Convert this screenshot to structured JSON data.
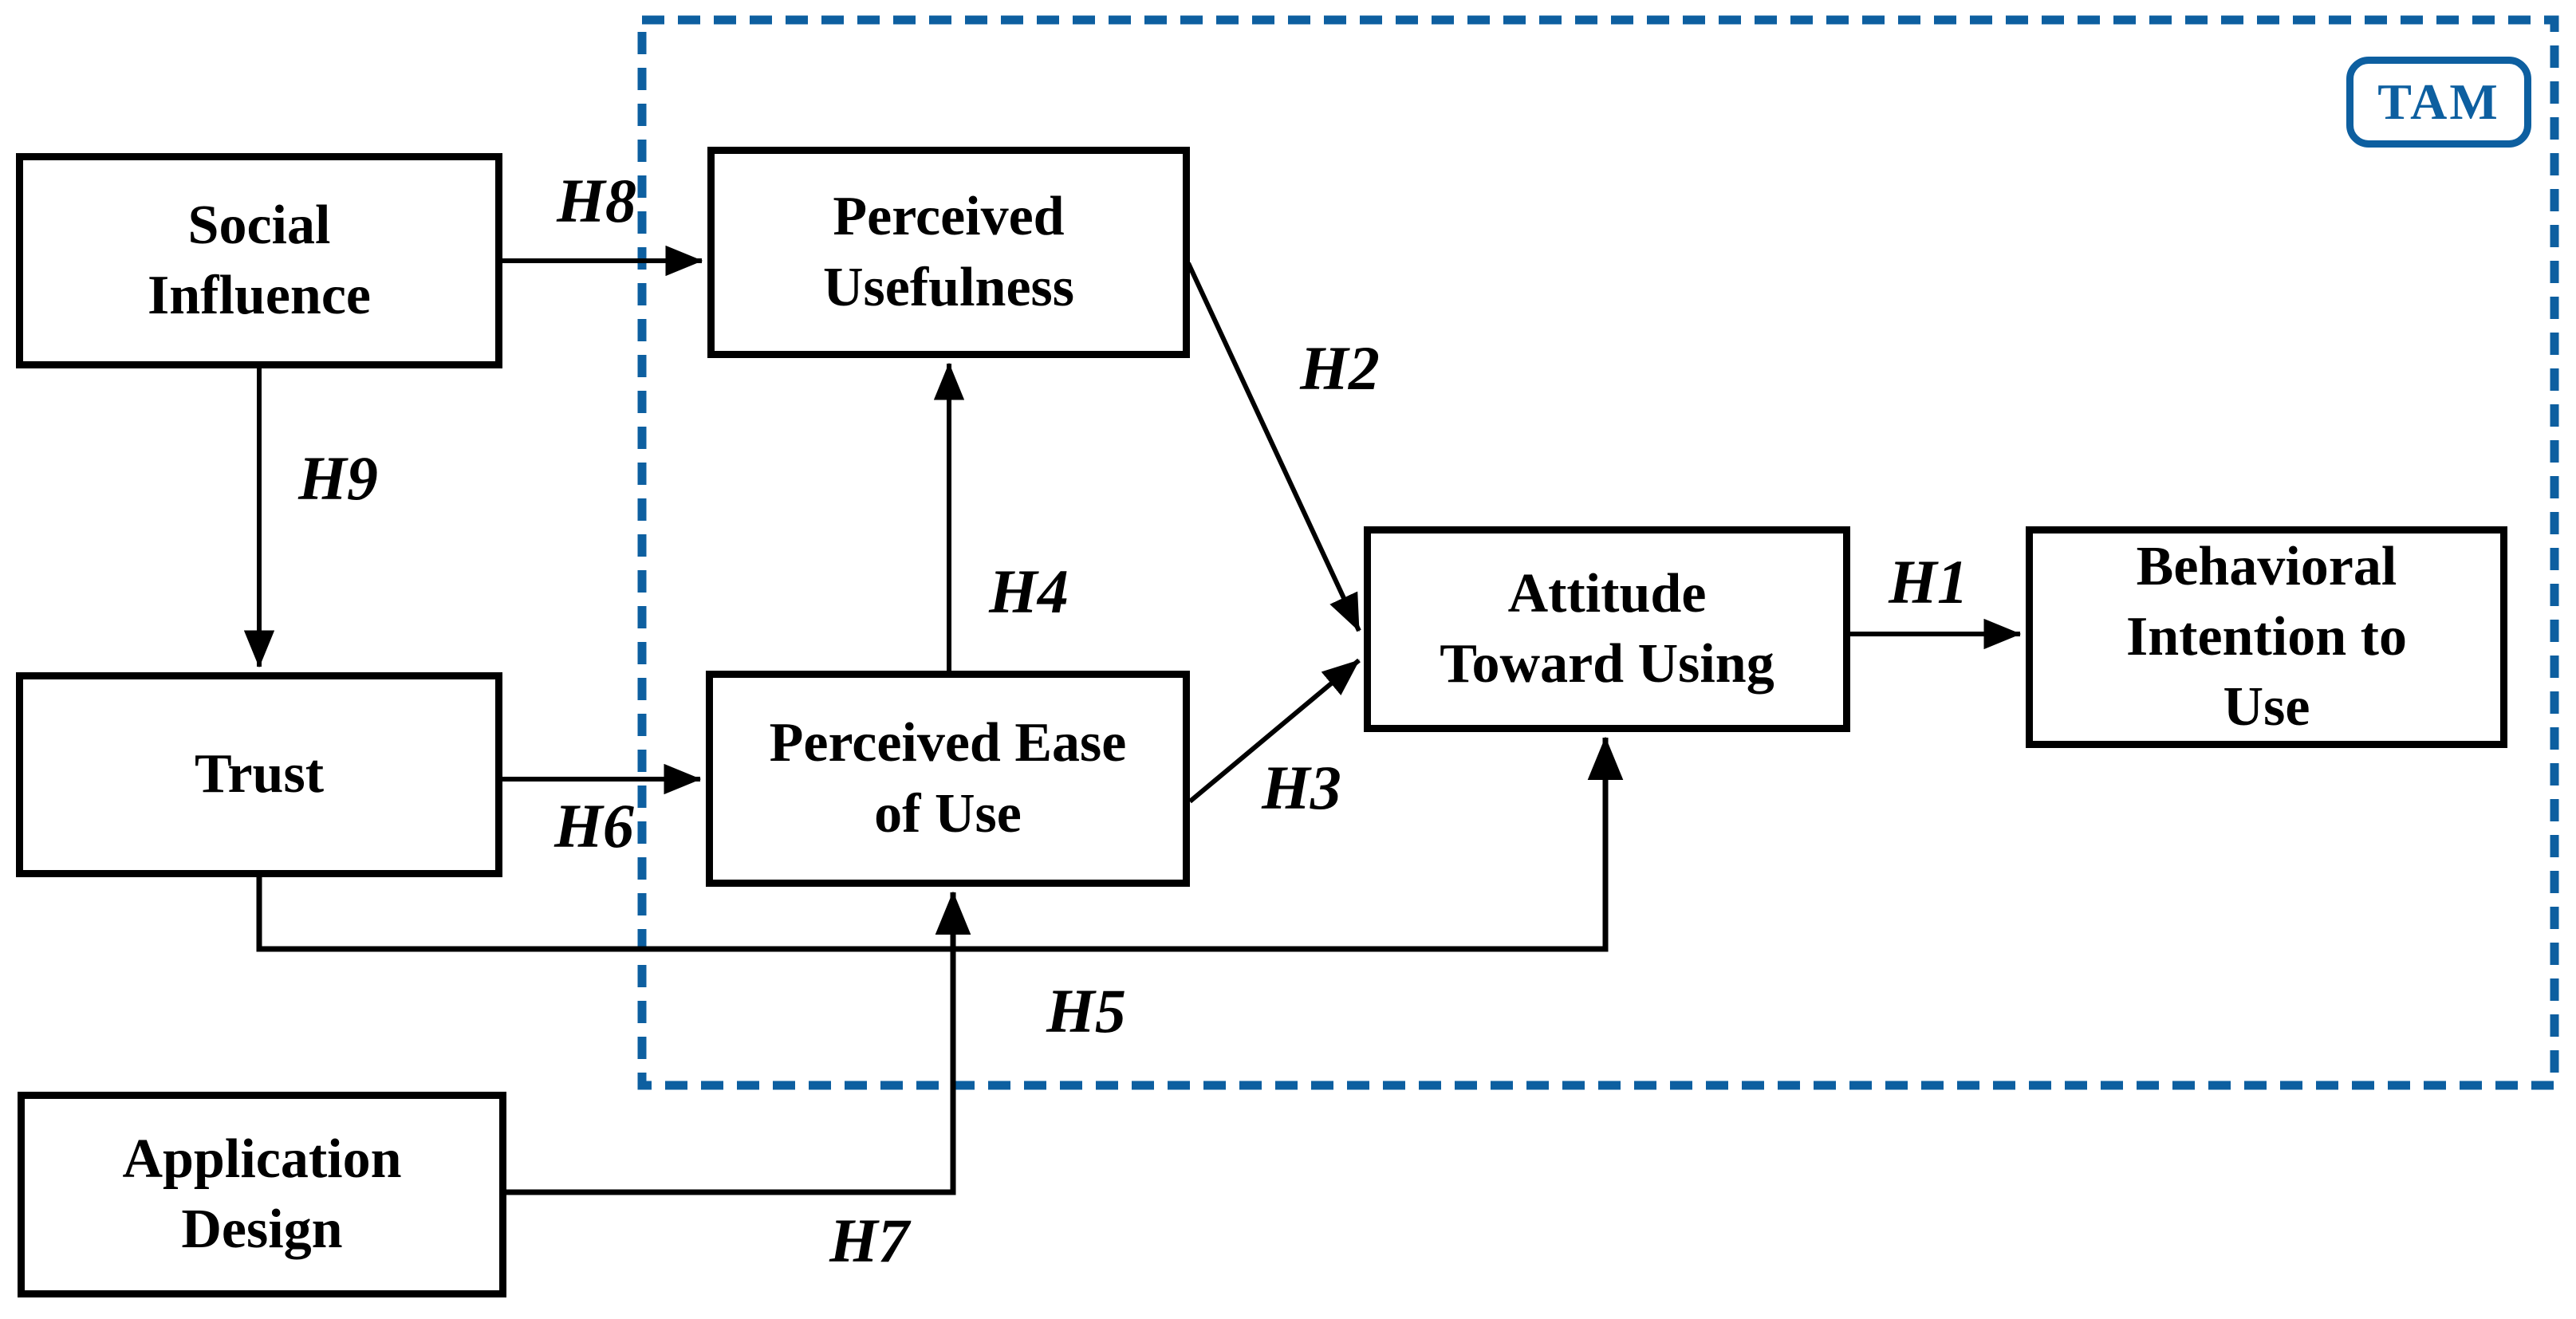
{
  "diagram": {
    "model_badge": "TAM",
    "accent_color": "#0d5fa0",
    "line_color": "#000000",
    "nodes": [
      {
        "id": "social-influence",
        "label": "Social\nInfluence"
      },
      {
        "id": "perceived-usefulness",
        "label": "Perceived\nUsefulness"
      },
      {
        "id": "trust",
        "label": "Trust"
      },
      {
        "id": "perceived-ease-of-use",
        "label": "Perceived Ease\nof Use"
      },
      {
        "id": "attitude-toward-using",
        "label": "Attitude\nToward Using"
      },
      {
        "id": "behavioral-intention-to-use",
        "label": "Behavioral\nIntention to\nUse"
      },
      {
        "id": "application-design",
        "label": "Application\nDesign"
      }
    ],
    "hypotheses": {
      "h1": "H1",
      "h2": "H2",
      "h3": "H3",
      "h4": "H4",
      "h5": "H5",
      "h6": "H6",
      "h7": "H7",
      "h8": "H8",
      "h9": "H9"
    },
    "edges": [
      {
        "label": "H1",
        "from": "attitude-toward-using",
        "to": "behavioral-intention-to-use"
      },
      {
        "label": "H2",
        "from": "perceived-usefulness",
        "to": "attitude-toward-using"
      },
      {
        "label": "H3",
        "from": "perceived-ease-of-use",
        "to": "attitude-toward-using"
      },
      {
        "label": "H4",
        "from": "perceived-ease-of-use",
        "to": "perceived-usefulness"
      },
      {
        "label": "H5",
        "from": "trust",
        "to": "attitude-toward-using"
      },
      {
        "label": "H6",
        "from": "trust",
        "to": "perceived-ease-of-use"
      },
      {
        "label": "H7",
        "from": "application-design",
        "to": "perceived-ease-of-use"
      },
      {
        "label": "H8",
        "from": "social-influence",
        "to": "perceived-usefulness"
      },
      {
        "label": "H9",
        "from": "social-influence",
        "to": "trust"
      }
    ]
  }
}
